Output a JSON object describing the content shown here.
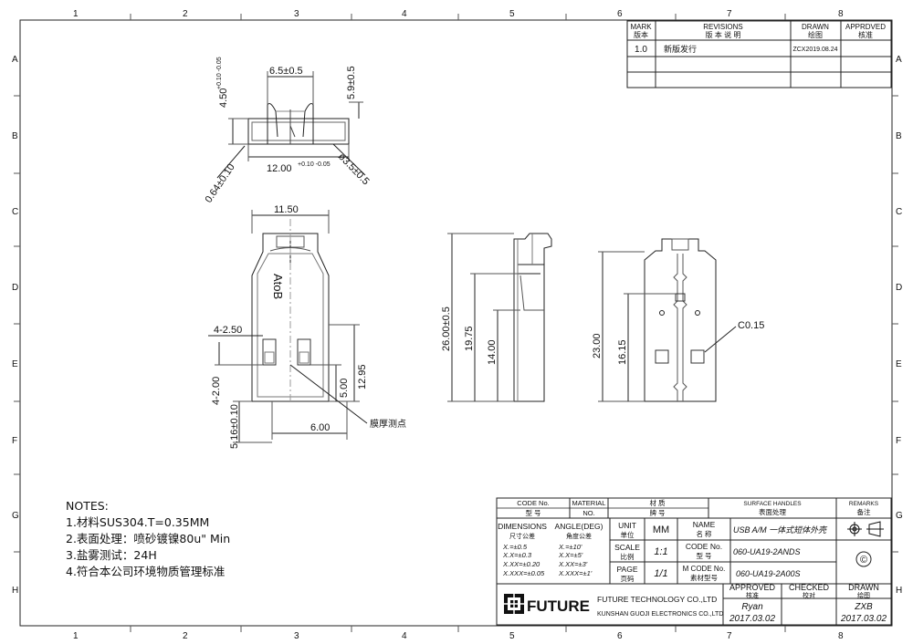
{
  "border": {
    "cols": [
      "1",
      "2",
      "3",
      "4",
      "5",
      "6",
      "7",
      "8"
    ],
    "rows": [
      "A",
      "B",
      "C",
      "D",
      "E",
      "F",
      "G",
      "H"
    ]
  },
  "revisions": {
    "h_mark": "MARK",
    "h_mark_cn": "版本",
    "h_rev": "REVISIONS",
    "h_rev_cn": "版 本 说 明",
    "h_drawn": "DRAWN",
    "h_drawn_cn": "绘图",
    "h_appr": "APPRDVED",
    "h_appr_cn": "核准",
    "row_mark": "1.0",
    "row_desc": "新版发行",
    "row_drawn": "ZCX2019.08.24"
  },
  "top_view": {
    "dim_65": "6.5±0.5",
    "dim_59": "5.9±0.5",
    "dim_450": "4.50",
    "dim_450_tol": "+0.10 -0.05",
    "dim_1200": "12.00",
    "dim_1200_tol": "+0.10 -0.05",
    "dim_064": "0.64±0.10",
    "dim_35": "ø3.5±0.5"
  },
  "front_view": {
    "dim_1150": "11.50",
    "marking": "AtoB",
    "dim_4_250": "4-2.50",
    "dim_4_200": "4-2.00",
    "dim_516": "5.16±0.10",
    "dim_1295": "12.95",
    "dim_500": "5.00",
    "dim_600": "6.00",
    "note_point": "膜厚测点"
  },
  "side_view": {
    "dim_2600": "26.00±0.5",
    "dim_1975": "19.75",
    "dim_1400": "14.00"
  },
  "back_view": {
    "dim_2300": "23.00",
    "dim_1615": "16.15",
    "dim_c015": "C0.15"
  },
  "notes": {
    "title": "NOTES:",
    "n1": "1.材料SUS304.T=0.35MM",
    "n2": "2.表面处理：喷砂镀镍80u\" Min",
    "n3": "3.盐雾测试：24H",
    "n4": "4.符合本公司环境物质管理标准"
  },
  "title_block": {
    "code_no": "CODE No.",
    "code_no_cn": "型 号",
    "material": "MATERIAL",
    "material_no": "NO.",
    "mat_cn": "材 质",
    "mat_cn2": "牌 号",
    "surface": "SURFACE HANDLES",
    "surface_cn": "表面处理",
    "remarks": "REMARKS",
    "remarks_cn": "备注",
    "dimensions": "DIMENSIONS",
    "dimensions_cn": "尺寸公差",
    "angle": "ANGLE(DEG)",
    "angle_cn": "角度公差",
    "tol1": "X.=±0.5",
    "tol2": "X.X=±0.3",
    "tol3": "X.XX=±0.20",
    "tol4": "X.XXX=±0.05",
    "ang1": "X.=±10'",
    "ang2": "X.X=±5'",
    "ang3": "X.XX=±3'",
    "ang4": "X.XXX=±1'",
    "unit": "UNIT",
    "unit_cn": "单位",
    "unit_val": "MM",
    "scale": "SCALE",
    "scale_cn": "比例",
    "scale_val": "1:1",
    "page": "PAGE",
    "page_cn": "页码",
    "page_val": "1/1",
    "name": "NAME",
    "name_cn": "名 称",
    "name_val": "USB A/M 一体式短体外壳",
    "code2": "CODE No.",
    "code2_cn": "型 号",
    "code2_val": "060-UA19-2ANDS",
    "mcode": "M CODE No.",
    "mcode_cn": "素材型号",
    "mcode_val": "060-UA19-2A00S",
    "copyright": "©",
    "logo": "FUTURE",
    "company1": "FUTURE TECHNOLOGY CO.,LTD",
    "company2": "KUNSHAN GUOJI ELECTRONICS CO.,LTD",
    "approved": "APPROVED",
    "approved_cn": "核准",
    "approved_name": "Ryan",
    "approved_date": "2017.03.02",
    "checked": "CHECKED",
    "checked_cn": "校对",
    "drawn": "DRAWN",
    "drawn_cn": "绘图",
    "drawn_name": "ZXB",
    "drawn_date": "2017.03.02"
  }
}
